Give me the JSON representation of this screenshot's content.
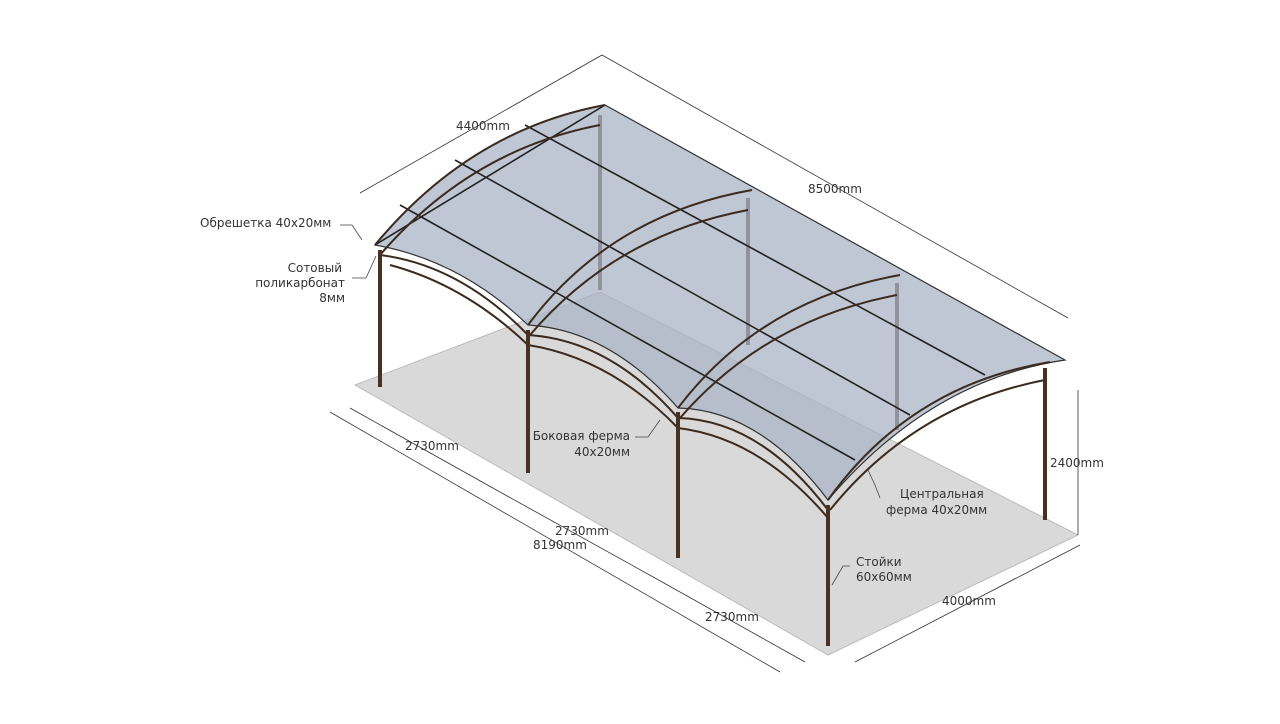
{
  "title": "Навес с сотовым поликарбонатом",
  "dimensions": {
    "width_roof": "4400mm",
    "length_roof": "8500mm",
    "height": "2400mm",
    "width_base": "4000mm",
    "span_1": "2730mm",
    "span_2": "2730mm",
    "span_3": "2730mm",
    "length_base": "8190mm"
  },
  "labels": {
    "lathing": "Обрешетка 40x20мм",
    "polycarbonate_1": "Сотовый",
    "polycarbonate_2": "поликарбонат",
    "polycarbonate_3": "8мм",
    "side_truss_1": "Боковая ферма",
    "side_truss_2": "40x20мм",
    "central_truss_1": "Центральная",
    "central_truss_2": "ферма 40x20мм",
    "posts_1": "Стойки",
    "posts_2": "60x60мм"
  },
  "colors": {
    "floor": "#d9d9d9",
    "roof": "#a9b3c6",
    "steel": "#4a3020"
  }
}
